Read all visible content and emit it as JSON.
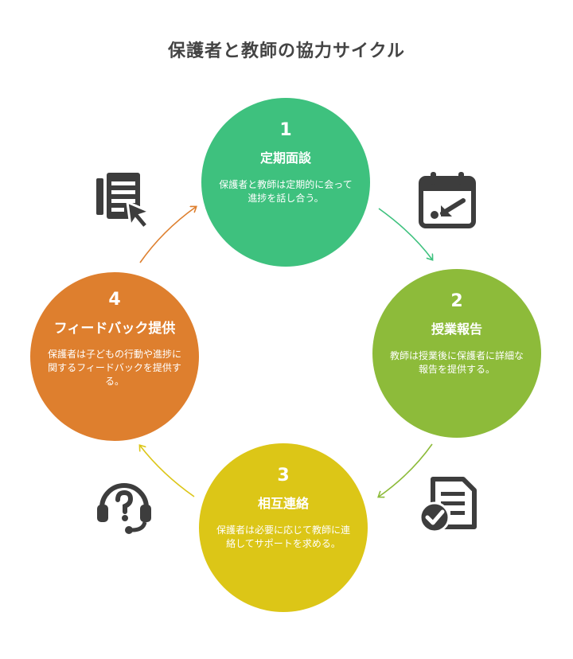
{
  "title": "保護者と教師の協力サイクル",
  "steps": [
    {
      "number": "1",
      "heading": "定期面談",
      "text": "保護者と教師は定期的に会って進捗を話し合う。",
      "color": "#3ec17e"
    },
    {
      "number": "2",
      "heading": "授業報告",
      "text": "教師は授業後に保護者に詳細な報告を提供する。",
      "color": "#8dbb3a"
    },
    {
      "number": "3",
      "heading": "相互連絡",
      "text": "保護者は必要に応じて教師に連絡してサポートを求める。",
      "color": "#dcc617"
    },
    {
      "number": "4",
      "heading": "フィードバック提供",
      "text": "保護者は子どもの行動や進捗に関するフィードバックを提供する。",
      "color": "#de7f2e"
    }
  ],
  "icons": [
    "document-pointer-icon",
    "calendar-icon",
    "checklist-icon",
    "headset-icon"
  ]
}
